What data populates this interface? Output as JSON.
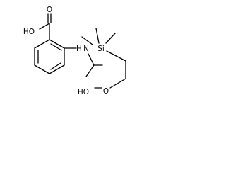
{
  "molecule": {
    "atoms": {
      "acid_hydroxyl": "HO",
      "acid_oxygen": "O",
      "amide_nitrogen": "N",
      "amide_hydrogen": "H",
      "carbamate_hydroxyl": "HO",
      "carbamate_oxygen": "O",
      "silicon": "Si"
    },
    "colors": {
      "bond": "#000000",
      "label": "#000000",
      "background": "#ffffff"
    }
  }
}
